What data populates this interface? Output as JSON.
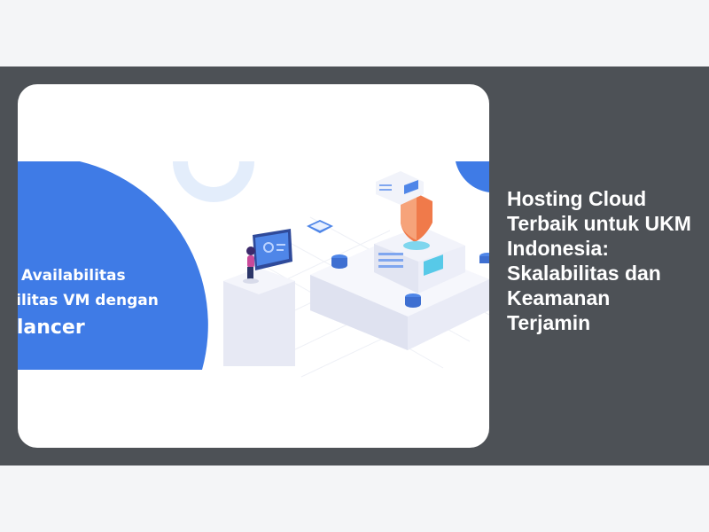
{
  "article": {
    "headline": "Hosting Cloud Terbaik untuk UKM Indonesia: Skalabilitas dan Keamanan Terjamin"
  },
  "image": {
    "banner_line_1": "n Availabilitas",
    "banner_line_2": "bilitas VM dengan",
    "banner_line_3": "alancer"
  },
  "colors": {
    "page_background": "#f4f5f7",
    "band_background": "#4d5156",
    "banner_blue": "#3f7be6",
    "headline_text": "#ffffff"
  },
  "icons": [
    "shield-icon",
    "server-icon",
    "monitor-icon",
    "person-icon",
    "database-icon"
  ]
}
